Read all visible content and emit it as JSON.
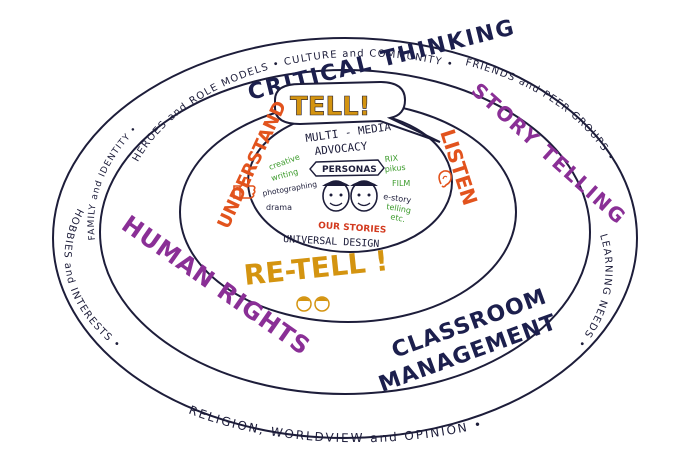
{
  "colors": {
    "ink": "#1d1d3a",
    "navy": "#1c1f4d",
    "orange": "#e2531d",
    "purple": "#8a2f96",
    "gold": "#d49410",
    "green": "#3c9b2c",
    "red": "#d33a1f"
  },
  "outer_ring": {
    "top_arc": "HEROES and ROLE MODELS • CULTURE and COMMUNITY •",
    "right_arc": "FRIENDS and PEER GROUPS •",
    "right_lower_arc": "LEARNING NEEDS •",
    "bottom_arc": "RELIGION, WORLDVIEW and OPINION •",
    "left_lower_arc": "HOBBIES and INTERESTS •",
    "left_arc": "FAMILY and IDENTITY •"
  },
  "middle_ring": {
    "critical_thinking": "CRITICAL THINKING",
    "story_telling": "STORY TELLING",
    "human_rights": "HUMAN RIGHTS",
    "classroom_line1": "CLASSROOM",
    "classroom_line2": "MANAGEMENT"
  },
  "inner_ring": {
    "tell": "TELL!",
    "understand": "UNDERSTAND",
    "listen": "LISTEN",
    "retell": "RE-TELL !"
  },
  "core": {
    "multi_media": "MULTI - MEDIA",
    "advocacy": "ADVOCACY",
    "personas": "PERSONAS",
    "creative": "creative",
    "writing": "writing",
    "photographing": "photographing",
    "drama": "drama",
    "rix": "RIX",
    "pikus": "pikus",
    "film": "FILM",
    "estory": "e-story",
    "telling": "telling",
    "etc": "etc.",
    "our_stories": "OUR STORIES",
    "universal_design": "UNIVERSAL DESIGN"
  }
}
